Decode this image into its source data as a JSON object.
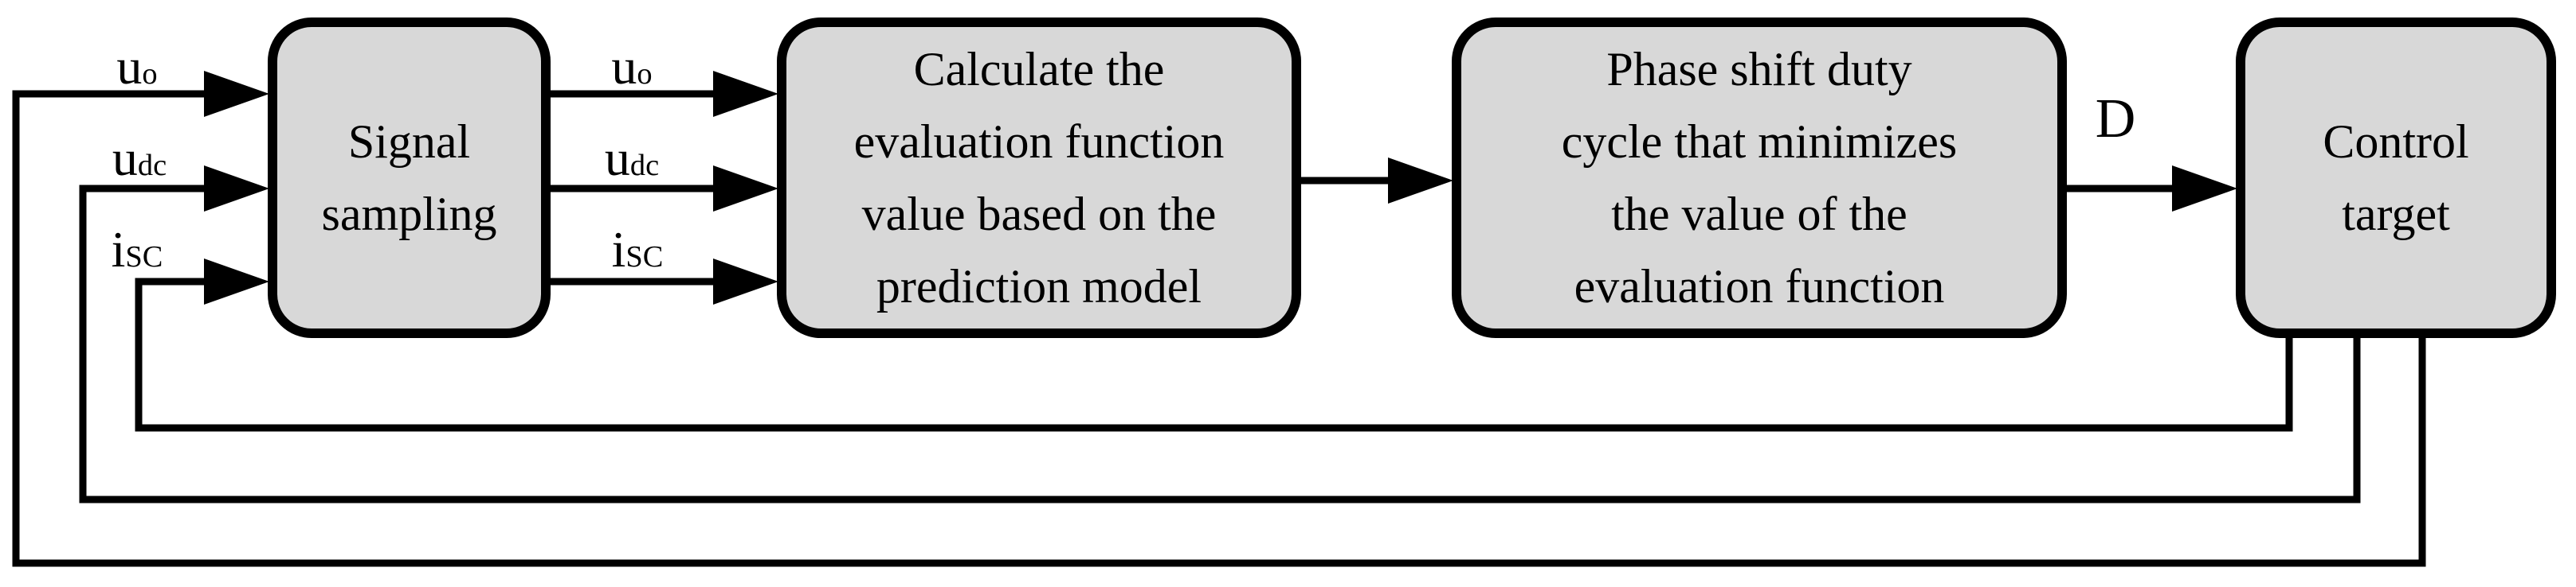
{
  "figure": {
    "background_color": "#ffffff",
    "box_fill_color": "#d8d8d8",
    "box_border_color": "#000000",
    "wire_color": "#000000"
  },
  "boxes": [
    {
      "id": "signal-sampling",
      "lines": [
        "Signal",
        "sampling"
      ]
    },
    {
      "id": "evaluation",
      "lines": [
        "Calculate the",
        "evaluation function",
        "value based on the",
        "prediction model"
      ]
    },
    {
      "id": "phase-shift",
      "lines": [
        "Phase shift duty",
        "cycle that minimizes",
        "the value of the",
        "evaluation function"
      ]
    },
    {
      "id": "control-target",
      "lines": [
        "Control",
        "target"
      ]
    }
  ],
  "labels": {
    "inputs_left": [
      {
        "base": "u",
        "sub": "o"
      },
      {
        "base": "u",
        "sub": "dc"
      },
      {
        "base": "i",
        "sub": "SC"
      }
    ],
    "inputs_mid": [
      {
        "base": "u",
        "sub": "o"
      },
      {
        "base": "u",
        "sub": "dc"
      },
      {
        "base": "i",
        "sub": "SC"
      }
    ],
    "duty_cycle": "D"
  }
}
